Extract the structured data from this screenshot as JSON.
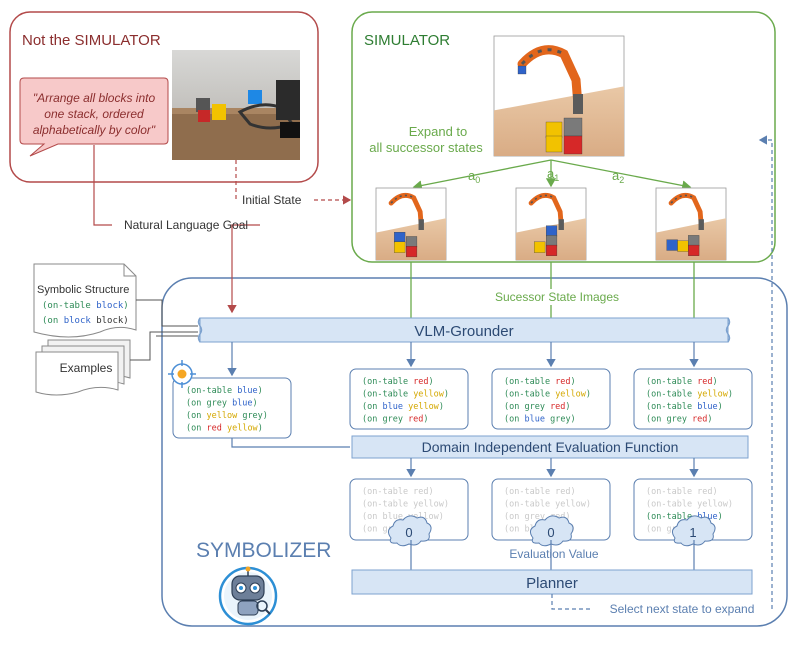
{
  "not_simulator": {
    "title": "Not the SIMULATOR",
    "goal_line1": "\"Arrange all blocks into",
    "goal_line2": "one stack, ordered",
    "goal_line3": "alphabetically by color\"",
    "photo_icon": "real-robot-photo"
  },
  "simulator": {
    "title": "SIMULATOR",
    "expand_line1": "Expand to",
    "expand_line2": "all successor states",
    "actions": [
      {
        "base": "a",
        "sub": "0"
      },
      {
        "base": "a",
        "sub": "1"
      },
      {
        "base": "a",
        "sub": "2"
      }
    ],
    "render_icon": "robot-arm-render"
  },
  "links": {
    "initial_state": "Initial State",
    "natural_language_goal": "Natural Language Goal",
    "successor_images": "Sucessor State Images",
    "select_next": "Select next state to expand"
  },
  "inputs": {
    "structure_title": "Symbolic  Structure",
    "structure_lines": [
      [
        {
          "t": "(on-table ",
          "c": "#2e8b57"
        },
        {
          "t": "block",
          "c": "#2f63c9"
        },
        {
          "t": ")",
          "c": "#2e8b57"
        }
      ],
      [
        {
          "t": "(on ",
          "c": "#2e8b57"
        },
        {
          "t": "block",
          "c": "#2f63c9"
        },
        {
          "t": " block)",
          "c": "#333333"
        }
      ]
    ],
    "examples": "Examples"
  },
  "symbolizer": {
    "title": "SYMBOLIZER",
    "grounder": "VLM-Grounder",
    "evaluator": "Domain Independent Evaluation Function",
    "planner": "Planner",
    "evaluation_label": "Evaluation Value",
    "logo_icon": "robot-mascot-icon",
    "target_icon": "target-icon"
  },
  "goal_predicates": [
    [
      {
        "t": "(on-table ",
        "c": "#2e8b57"
      },
      {
        "t": "blue",
        "c": "#2f63c9"
      },
      {
        "t": ")",
        "c": "#2e8b57"
      }
    ],
    [
      {
        "t": "(on grey ",
        "c": "#2e8b57"
      },
      {
        "t": "blue",
        "c": "#2f63c9"
      },
      {
        "t": ")",
        "c": "#2e8b57"
      }
    ],
    [
      {
        "t": "(on ",
        "c": "#2e8b57"
      },
      {
        "t": "yellow",
        "c": "#d4a800"
      },
      {
        "t": " grey)",
        "c": "#2e8b57"
      }
    ],
    [
      {
        "t": "(on ",
        "c": "#2e8b57"
      },
      {
        "t": "red",
        "c": "#d62828"
      },
      {
        "t": " ",
        "c": "#2e8b57"
      },
      {
        "t": "yellow",
        "c": "#d4a800"
      },
      {
        "t": ")",
        "c": "#2e8b57"
      }
    ]
  ],
  "state_predicates": [
    [
      [
        {
          "t": "(on-table ",
          "c": "#2e8b57"
        },
        {
          "t": "red",
          "c": "#d62828"
        },
        {
          "t": ")",
          "c": "#2e8b57"
        }
      ],
      [
        {
          "t": "(on-table ",
          "c": "#2e8b57"
        },
        {
          "t": "yellow",
          "c": "#d4a800"
        },
        {
          "t": ")",
          "c": "#2e8b57"
        }
      ],
      [
        {
          "t": "(on ",
          "c": "#2e8b57"
        },
        {
          "t": "blue",
          "c": "#2f63c9"
        },
        {
          "t": " ",
          "c": "#2e8b57"
        },
        {
          "t": "yellow",
          "c": "#d4a800"
        },
        {
          "t": ")",
          "c": "#2e8b57"
        }
      ],
      [
        {
          "t": "(on grey ",
          "c": "#2e8b57"
        },
        {
          "t": "red",
          "c": "#d62828"
        },
        {
          "t": ")",
          "c": "#2e8b57"
        }
      ]
    ],
    [
      [
        {
          "t": "(on-table ",
          "c": "#2e8b57"
        },
        {
          "t": "red",
          "c": "#d62828"
        },
        {
          "t": ")",
          "c": "#2e8b57"
        }
      ],
      [
        {
          "t": "(on-table ",
          "c": "#2e8b57"
        },
        {
          "t": "yellow",
          "c": "#d4a800"
        },
        {
          "t": ")",
          "c": "#2e8b57"
        }
      ],
      [
        {
          "t": "(on grey ",
          "c": "#2e8b57"
        },
        {
          "t": "red",
          "c": "#d62828"
        },
        {
          "t": ")",
          "c": "#2e8b57"
        }
      ],
      [
        {
          "t": "(on ",
          "c": "#2e8b57"
        },
        {
          "t": "blue",
          "c": "#2f63c9"
        },
        {
          "t": " grey)",
          "c": "#2e8b57"
        }
      ]
    ],
    [
      [
        {
          "t": "(on-table ",
          "c": "#2e8b57"
        },
        {
          "t": "red",
          "c": "#d62828"
        },
        {
          "t": ")",
          "c": "#2e8b57"
        }
      ],
      [
        {
          "t": "(on-table ",
          "c": "#2e8b57"
        },
        {
          "t": "yellow",
          "c": "#d4a800"
        },
        {
          "t": ")",
          "c": "#2e8b57"
        }
      ],
      [
        {
          "t": "(on-table ",
          "c": "#2e8b57"
        },
        {
          "t": "blue",
          "c": "#2f63c9"
        },
        {
          "t": ")",
          "c": "#2e8b57"
        }
      ],
      [
        {
          "t": "(on grey ",
          "c": "#2e8b57"
        },
        {
          "t": "red",
          "c": "#d62828"
        },
        {
          "t": ")",
          "c": "#2e8b57"
        }
      ]
    ]
  ],
  "evaluations": [
    {
      "value": "0",
      "lines": [
        "(on-table red)",
        "(on-table yellow)",
        "(on blue yellow)",
        "(on grey red)"
      ],
      "highlight": []
    },
    {
      "value": "0",
      "lines": [
        "(on-table red)",
        "(on-table yellow)",
        "(on grey red)",
        "(on blue grey)"
      ],
      "highlight": []
    },
    {
      "value": "1",
      "lines": [
        "(on-table red)",
        "(on-table yellow)",
        "(on-table blue)",
        "(on grey red)"
      ],
      "highlight": [
        2
      ]
    }
  ],
  "colors": {
    "red_border": "#b34a4a",
    "green_border": "#6aaa4c",
    "blue_border": "#5b7fb0",
    "block_fill": "#d7e5f5",
    "block_border": "#7da2cf"
  }
}
